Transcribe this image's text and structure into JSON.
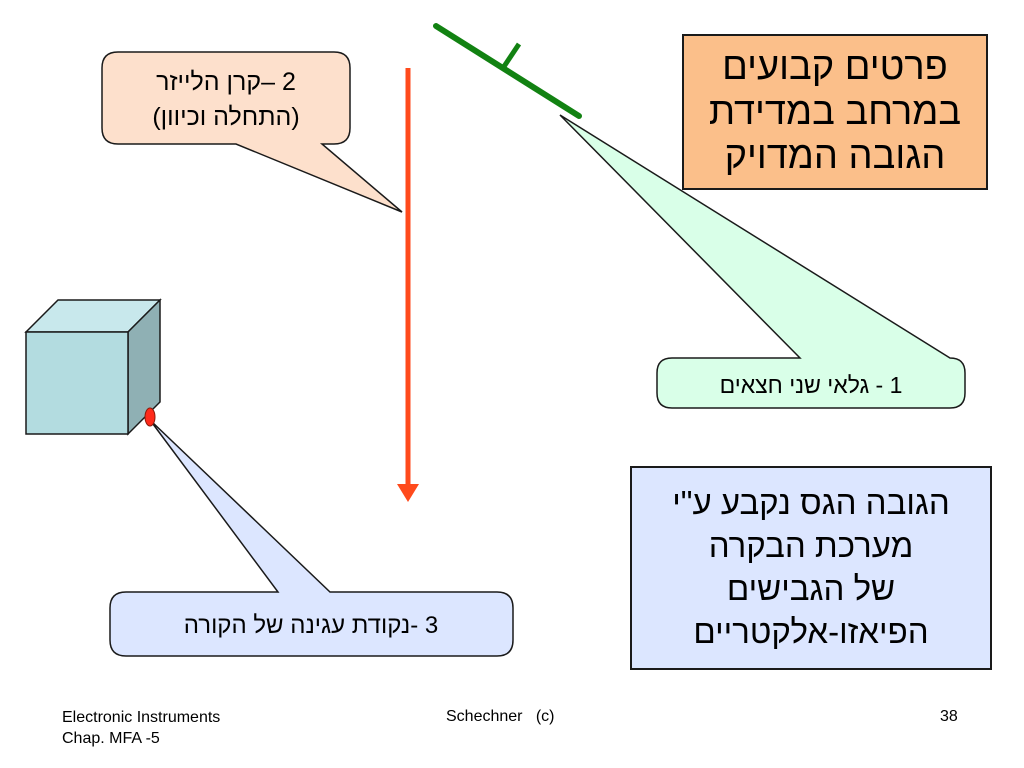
{
  "callouts": {
    "laser": {
      "line1": "2 –קרן הלייזר",
      "line2": "(התחלה וכיוון)",
      "fill": "#fde0cc"
    },
    "mirrors": {
      "text": "1 - גלאי שני חצאים",
      "fill": "#d9ffe8"
    },
    "touch": {
      "text": "3 -נקודת עגינה של הקורה",
      "fill": "#dce6ff"
    }
  },
  "boxes": {
    "fixed_points": {
      "lines": [
        "פרטים קבועים",
        "במרחב במדידת",
        "הגובה המדויק"
      ],
      "fill": "#fbbf8a"
    },
    "coarse_height": {
      "lines": [
        "הגובה הגס נקבע ע\"י",
        "מערכת הבקרה",
        "של הגבישים",
        "הפיאזו-אלקטריים"
      ],
      "fill": "#dce6ff"
    }
  },
  "colors": {
    "laser_arrow": "#ff4a1c",
    "mirror": "#128212",
    "cube_front": "#b3dce0",
    "cube_top": "#c8e8ec",
    "cube_side": "#8fb0b4",
    "contact_point": "#ff2a1a"
  },
  "footer": {
    "left_line1": "Electronic Instruments",
    "left_line2": "Chap. MFA -5",
    "center": "Schechner   (c)",
    "page_number": "38"
  }
}
